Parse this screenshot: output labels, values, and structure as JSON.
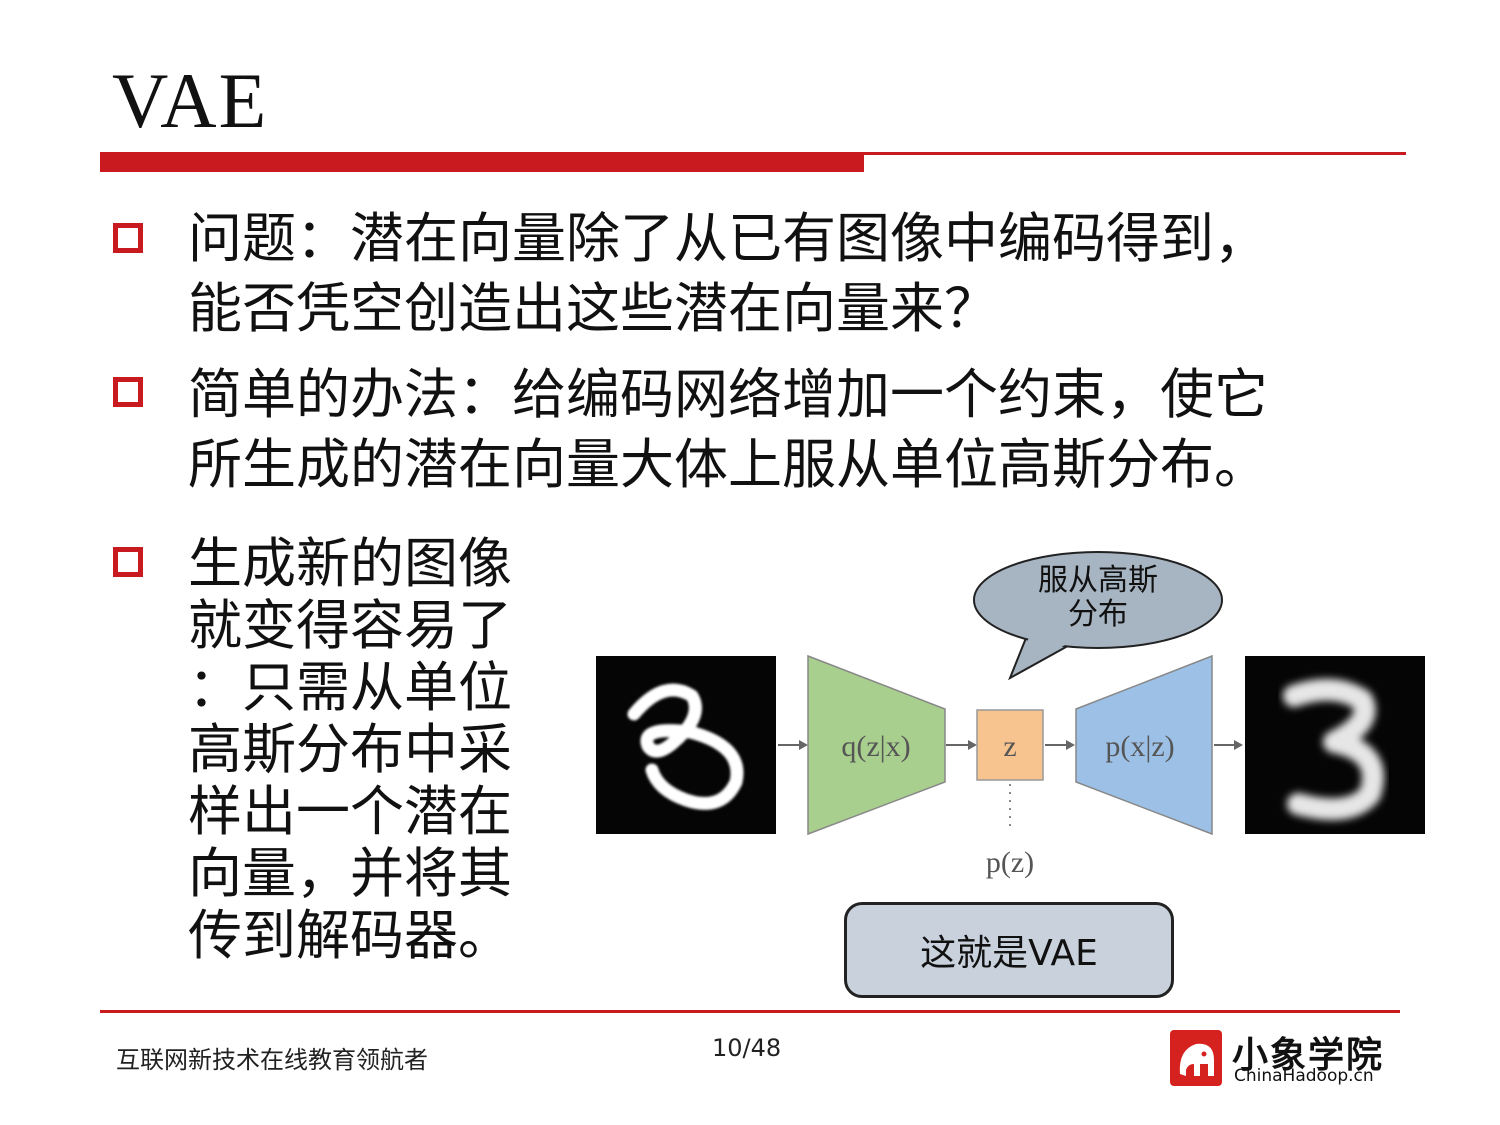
{
  "slide": {
    "title": "VAE",
    "bullets": [
      {
        "lines": [
          "问题：潜在向量除了从已有图像中编码得到，",
          "能否凭空创造出这些潜在向量来？"
        ]
      },
      {
        "lines": [
          "简单的办法：给编码网络增加一个约束，使它",
          "所生成的潜在向量大体上服从单位高斯分布。"
        ]
      },
      {
        "lines": [
          "生成新的图像",
          "就变得容易了",
          "：只需从单位",
          "高斯分布中采",
          "样出一个潜在",
          "向量，并将其",
          "传到解码器。"
        ]
      }
    ]
  },
  "diagram": {
    "encoder_label": "q(z|x)",
    "latent_label": "z",
    "decoder_label": "p(x|z)",
    "prior_label": "p(z)",
    "callout_lines": [
      "服从高斯",
      "分布"
    ],
    "conclusion": "这就是VAE",
    "colors": {
      "encoder": "#a8cf8e",
      "latent": "#f7c38f",
      "decoder": "#9dc0e6",
      "callout": "#a7b5c3"
    }
  },
  "footer": {
    "slogan": "互联网新技术在线教育领航者",
    "page": "10/48",
    "logo_cn": "小象学院",
    "logo_en": "ChinaHadoop.cn"
  }
}
